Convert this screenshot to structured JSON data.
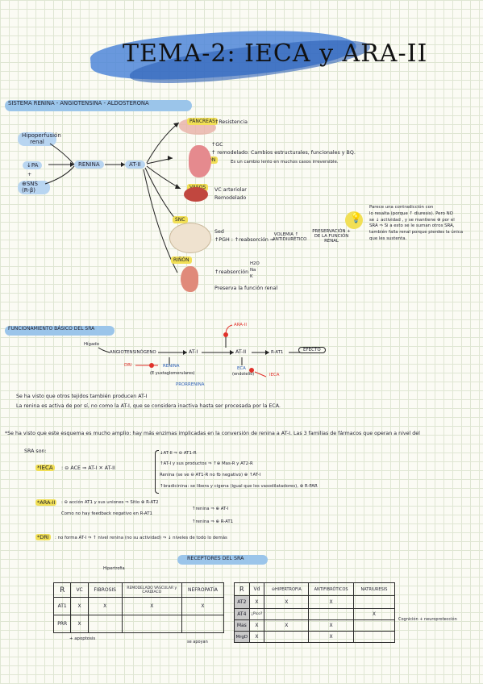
{
  "title": "TEMA-2: IECA y ARA-II",
  "section1": {
    "heading": "SISTEMA RENINA - ANGIOTENSINA - ALDOSTERONA",
    "inputs": [
      "Hipoperfusión renal",
      "↓PA",
      "+",
      "⊕SNS (R-β)"
    ],
    "renina": "RENINA",
    "at2": "AT-II",
    "organs": [
      {
        "tag": "PÁNCREAS",
        "effect": "↑Resistencia"
      },
      {
        "tag": "CORAZÓN",
        "effect1": "↑GC",
        "effect2": "↑ remodelado: Cambios estructurales, funcionales y BQ.",
        "effect3": "Es un cambio lento en muchos casos irreversible."
      },
      {
        "tag": "VASOS",
        "effect1": "VC arteriolar",
        "effect2": "Remodelado"
      },
      {
        "tag": "SNC",
        "effect1": "Sed",
        "effect2": "↑PGH : ↑reabsorción ⇒",
        "effect3": "VOLEMIA ↑ ANTIDIURÉTICO",
        "effect4": "PRESERVACIÓN + DE LA FUNCIÓN RENAL"
      },
      {
        "tag": "RIÑÓN",
        "effect1": "↑reabsorción",
        "ions": [
          "H2O",
          "Na",
          "K"
        ],
        "effect2": "Preserva la función renal"
      }
    ],
    "note": [
      "Parece una contradicción con",
      "lo resalta (porque ↑ diuresis). Pero NO",
      "se ↓ actividad , y se mantiene ⊕ por el",
      "SRA ⇒ Si a esto se le suman otros SRA,",
      "también falla renal porque pierdes la única",
      "que les sustenta."
    ]
  },
  "section2": {
    "heading": "FUNCIONAMIENTO BÁSICO DEL SRA",
    "higado": "Hígado",
    "angiotensinogeno": "ANGIOTENSINÓGENO",
    "at1": "AT-I",
    "at2": "AT-II",
    "receptor": "R-AT1",
    "efecto": "EFECTO",
    "ara2": "ARA-II",
    "dri": "DRI",
    "renina": "RENINA",
    "renina_sub": "(E yuxtaglomerulares)",
    "prorrenina": "PRORRENINA",
    "eca": "ECA",
    "eca_sub": "(endotelio)",
    "ieca": "IECA",
    "line1": "Se ha visto que otros tejidos también producen AT-I",
    "line2": "La renina es activa de por sí, no como la AT-I, que se considera inactiva hasta ser procesada por la ECA."
  },
  "section3": {
    "intro1": "*Se ha visto que este esquema es mucho amplio: hay más enzimas implicadas en la conversión de renina a AT-I. Las 3 familias de fármacos que operan a nivel del",
    "intro2": "SRA son:",
    "ieca": {
      "label": "*IECA",
      "formula": ": ⊖ ACE ⇒ AT-I ✕ AT-II",
      "points": [
        "↓AT-II ⇒ ⊖ AT1-R",
        "↑AT-I y sus productos ⇒ ↑⊕ Mas-R y AT2-R",
        "Renina (se ve ⊖ AT1-R no fb negativo) ⊕ ↑AT-I",
        "↑bradicinina: se libera y cigena (igual que los vasodilatadores), ⊕ R-PAR"
      ]
    },
    "ara2": {
      "label": "*ARA-II",
      "line1": ": ⊖ acción AT1 y sus uniones ⇒ Sitio ⊕ R-AT2",
      "line2": "Como no hay feedback negativo en R-AT1",
      "b1": "↑renina ⇒ ⊕ AT-I",
      "b2": "↑renina ⇒ ⊕ R-AT1"
    },
    "dri": {
      "label": "*DRI",
      "line": ": no forma AT-I ⇒ ↑ nivel renina (no su actividad) ⇒ ↓ niveles de todo lo demás"
    }
  },
  "section4": {
    "heading": "RECEPTORES DEL SRA",
    "note_top": "Hipertrofia",
    "note_bottom": "+ apoptosis",
    "note_side": "Cognición + neuroprotección",
    "note_apoyo": "se apoyan",
    "table1": {
      "headers": [
        "R",
        "VC",
        "FIBROSIS",
        "REMODELADO VASCULAR y CARDÍACO",
        "NEFROPATÍA"
      ],
      "rows": [
        {
          "label": "AT1",
          "cells": [
            "X",
            "X",
            "X",
            "X"
          ]
        },
        {
          "label": "PRR",
          "cells": [
            "X",
            "",
            "",
            ""
          ]
        }
      ]
    },
    "table2": {
      "headers": [
        "R",
        "Vd",
        "⊖HIPERTROFIA",
        "ANTIFIBRÓTICOS",
        "NATRIURESIS"
      ],
      "rows": [
        {
          "label": "AT2",
          "cells": [
            "X",
            "X",
            "X",
            ""
          ]
        },
        {
          "label": "AT4",
          "cells": [
            "¿Pico?",
            "",
            "",
            "X"
          ]
        },
        {
          "label": "Mas",
          "cells": [
            "X",
            "X",
            "X",
            ""
          ]
        },
        {
          "label": "MrgD",
          "cells": [
            "X",
            "",
            "X",
            ""
          ]
        }
      ]
    }
  },
  "colors": {
    "accent": "#4f86d8",
    "banner": "#9bc5ea",
    "highlight": "#f1df55",
    "red": "#e0322b"
  }
}
